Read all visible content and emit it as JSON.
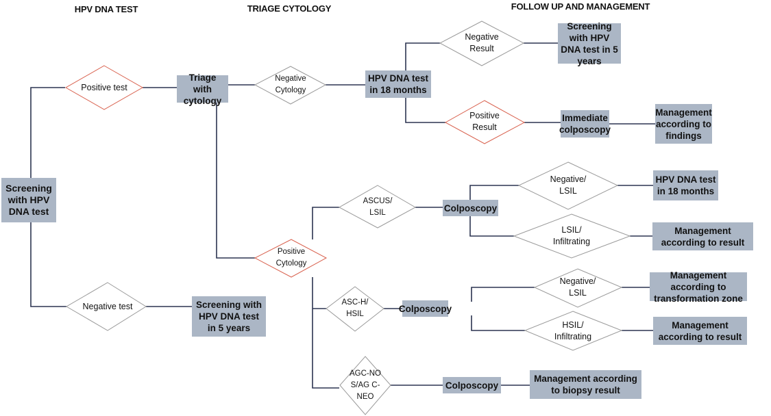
{
  "headers": {
    "hpv_test": "HPV DNA TEST",
    "triage": "TRIAGE CYTOLOGY",
    "followup": "FOLLOW UP AND MANAGEMENT"
  },
  "colors": {
    "box_fill": "#abb6c5",
    "line": "#2b3450",
    "positive_outline": "#d9624f",
    "neutral_outline": "#9a9a9a"
  },
  "nodes": {
    "screening": "Screening with HPV DNA test",
    "positive_test": "Positive test",
    "negative_test": "Negative test",
    "triage_cytology": "Triage with cytology",
    "screening_5y_left": "Screening with HPV DNA test in 5 years",
    "negative_cytology": "Negative Cytology",
    "positive_cytology": "Positive Cytology",
    "hpv_18m_top": "HPV DNA test in 18 months",
    "negative_result": "Negative Result",
    "positive_result": "Positive Result",
    "screening_5y_right": "Screening with HPV DNA test in 5 years",
    "immediate_colposcopy": "Immediate colposcopy",
    "management_findings": "Management according to findings",
    "ascus_lsil": "ASCUS/ LSIL",
    "colposcopy_1": "Colposcopy",
    "neg_lsil_1": "Negative/ LSIL",
    "hpv_18m_2": "HPV DNA test in 18 months",
    "lsil_infiltrating": "LSIL/ Infiltrating",
    "management_result_1": "Management according to result",
    "asch_hsil": "ASC-H/ HSIL",
    "colposcopy_2": "Colposcopy",
    "neg_lsil_2": "Negative/ LSIL",
    "management_tz": "Management according to transformation zone",
    "hsil_infiltrating": "HSIL/ Infiltrating",
    "management_result_2": "Management according to result",
    "agc": "AGC-NOS/AG C-NEO",
    "colposcopy_3": "Colposcopy",
    "management_biopsy": "Management according to biopsy result"
  }
}
